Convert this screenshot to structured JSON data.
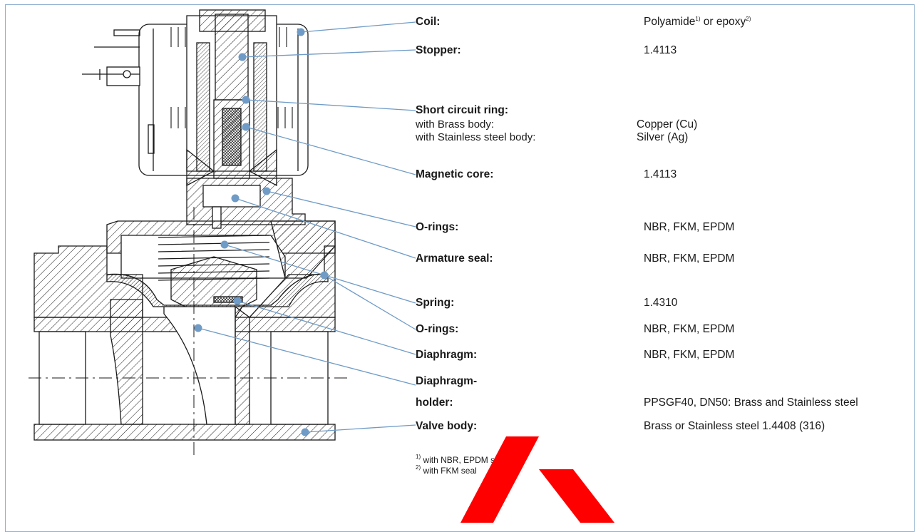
{
  "components": [
    {
      "label": "Coil:",
      "material": "Polyamide",
      "sup1": "1)",
      "material_mid": " or epoxy",
      "sup2": "2)"
    },
    {
      "label": "Stopper:",
      "material": "1.4113"
    },
    {
      "label": "Short circuit ring:",
      "variants": [
        {
          "label": "with Brass body:",
          "material": "Copper (Cu)"
        },
        {
          "label": "with Stainless steel body:",
          "material": "Silver (Ag)"
        }
      ]
    },
    {
      "label": "Magnetic core:",
      "material": "1.4113"
    },
    {
      "label": "O-rings:",
      "material": "NBR, FKM, EPDM"
    },
    {
      "label": "Armature seal:",
      "material": "NBR, FKM, EPDM"
    },
    {
      "label": "Spring:",
      "material": "1.4310"
    },
    {
      "label": "O-rings:",
      "material": "NBR, FKM, EPDM"
    },
    {
      "label": "Diaphragm:",
      "material": "NBR, FKM, EPDM"
    },
    {
      "label_line1": "Diaphragm-",
      "label_line2": "holder:",
      "material": "PPSGF40, DN50: Brass and Stainless steel"
    },
    {
      "label": "Valve body:",
      "material": "Brass or Stainless steel 1.4408 (316)"
    }
  ],
  "footnotes": [
    {
      "mark": "1)",
      "text": " with NBR, EPDM seal"
    },
    {
      "mark": "2)",
      "text": " with FKM seal"
    }
  ],
  "colors": {
    "leader": "#6f9bc6",
    "dot": "#6f9bc6",
    "frame": "#8fb0cf",
    "watermark": "#ff0000",
    "ink": "#1a1a1a"
  }
}
